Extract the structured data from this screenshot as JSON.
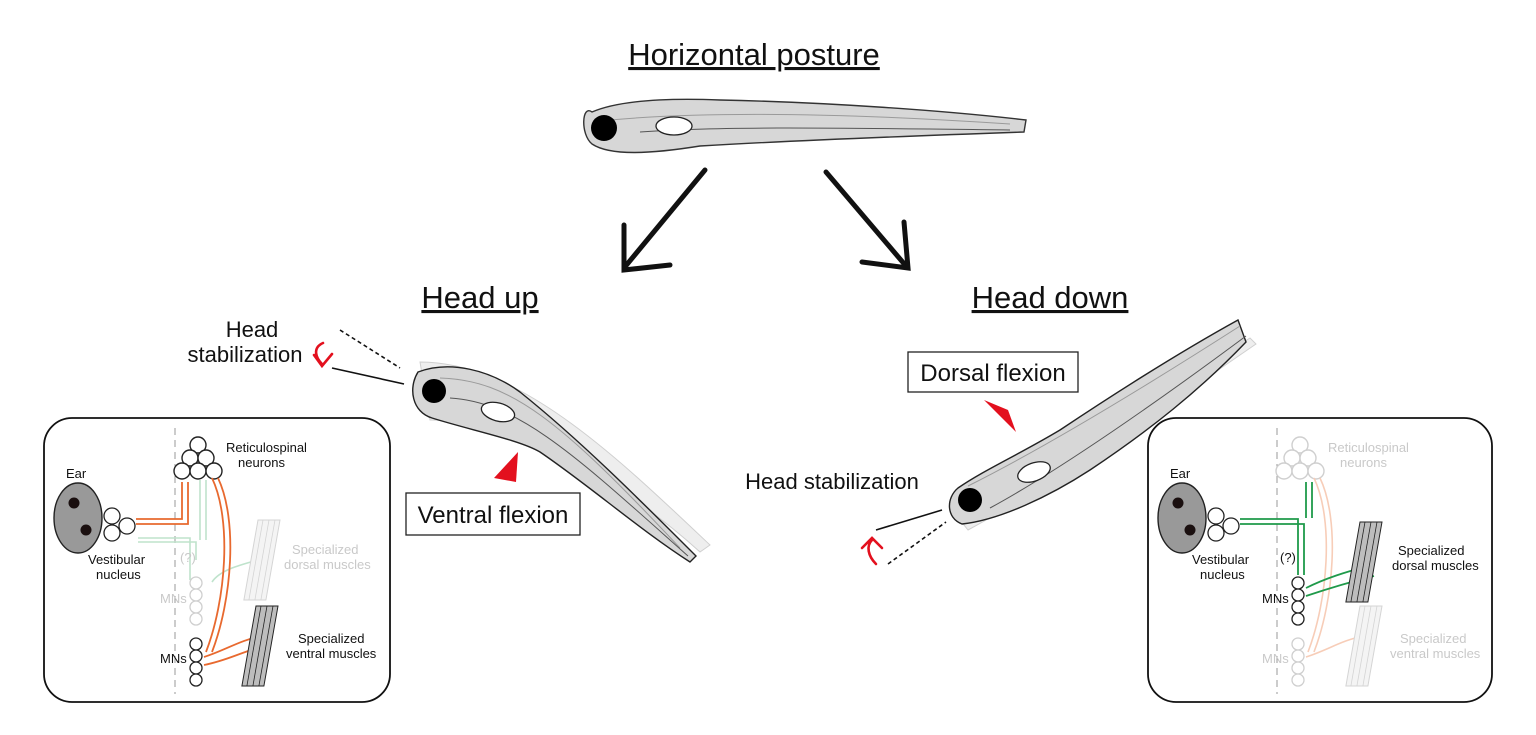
{
  "titles": {
    "horizontal": "Horizontal posture",
    "head_up": "Head up",
    "head_down": "Head down"
  },
  "head_up": {
    "stabilization_line1": "Head",
    "stabilization_line2": "stabilization",
    "flexion_box": "Ventral flexion"
  },
  "head_down": {
    "stabilization": "Head stabilization",
    "flexion_box": "Dorsal flexion"
  },
  "left_panel": {
    "ear": "Ear",
    "reticulospinal_1": "Reticulospinal",
    "reticulospinal_2": "neurons",
    "vestibular_1": "Vestibular",
    "vestibular_2": "nucleus",
    "question": "(?)",
    "mns_upper": "MNs",
    "mns_lower": "MNs",
    "dorsal_1": "Specialized",
    "dorsal_2": "dorsal muscles",
    "ventral_1": "Specialized",
    "ventral_2": "ventral muscles"
  },
  "right_panel": {
    "ear": "Ear",
    "reticulospinal_1": "Reticulospinal",
    "reticulospinal_2": "neurons",
    "vestibular_1": "Vestibular",
    "vestibular_2": "nucleus",
    "question": "(?)",
    "mns_upper": "MNs",
    "mns_lower": "MNs",
    "dorsal_1": "Specialized",
    "dorsal_2": "dorsal muscles",
    "ventral_1": "Specialized",
    "ventral_2": "ventral muscles"
  },
  "colors": {
    "orange": "#e8692f",
    "orange_faint": "#f7cdb8",
    "green": "#1f9a4a",
    "green_faint": "#bfe3cc",
    "red": "#e3101e",
    "fish": "#d7d7d7"
  }
}
